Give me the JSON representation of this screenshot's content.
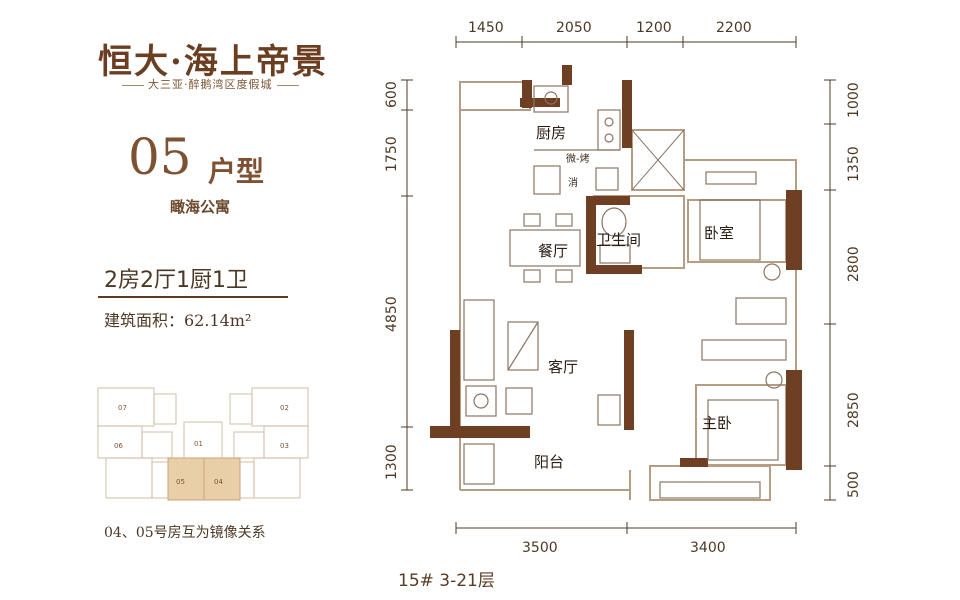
{
  "brand": {
    "name": "恒大·海上帝景",
    "slogan": "大三亚·醉鹅湾区度假城"
  },
  "unit": {
    "number": "05",
    "suffix": "户型",
    "subtitle": "瞰海公寓",
    "rooms": "2房2厅1厨1卫",
    "area": "建筑面积：62.14m²"
  },
  "note": "04、05号房互为镜像关系",
  "floor_label": "15#  3-21层",
  "dimensions": {
    "top": [
      "1450",
      "2050",
      "1200",
      "2200"
    ],
    "bottom": [
      "3500",
      "3400"
    ],
    "left": [
      "600",
      "1750",
      "4850",
      "1300"
    ],
    "right": [
      "1000",
      "1350",
      "2800",
      "2850",
      "500"
    ]
  },
  "rooms": {
    "kitchen": "厨房",
    "dining": "餐厅",
    "bathroom": "卫生间",
    "bedroom": "卧室",
    "living": "客厅",
    "master": "主卧",
    "balcony": "阳台",
    "microwave": "微-烤",
    "disinfect": "消"
  },
  "keyplan": {
    "units": [
      "07",
      "06",
      "05",
      "04",
      "03",
      "02",
      "01"
    ]
  },
  "colors": {
    "wall": "#6e3f22",
    "accent": "#d7b48a",
    "highlight": "#e9cfa8"
  }
}
